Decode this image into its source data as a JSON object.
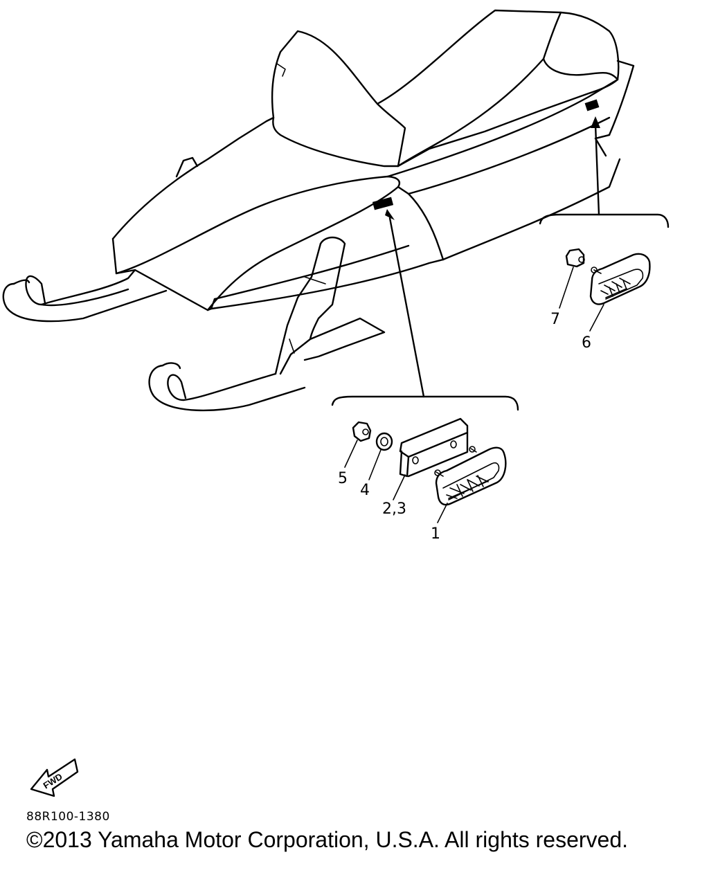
{
  "parts_diagram": {
    "callouts": {
      "c1": "1",
      "c23": "2,3",
      "c4": "4",
      "c5": "5",
      "c6": "6",
      "c7": "7"
    },
    "fwd_label": "FWD",
    "drawing_code": "88R100-1380",
    "copyright": "©2013 Yamaha Motor Corporation, U.S.A. All rights reserved."
  },
  "colors": {
    "line": "#000000",
    "background": "#ffffff"
  }
}
